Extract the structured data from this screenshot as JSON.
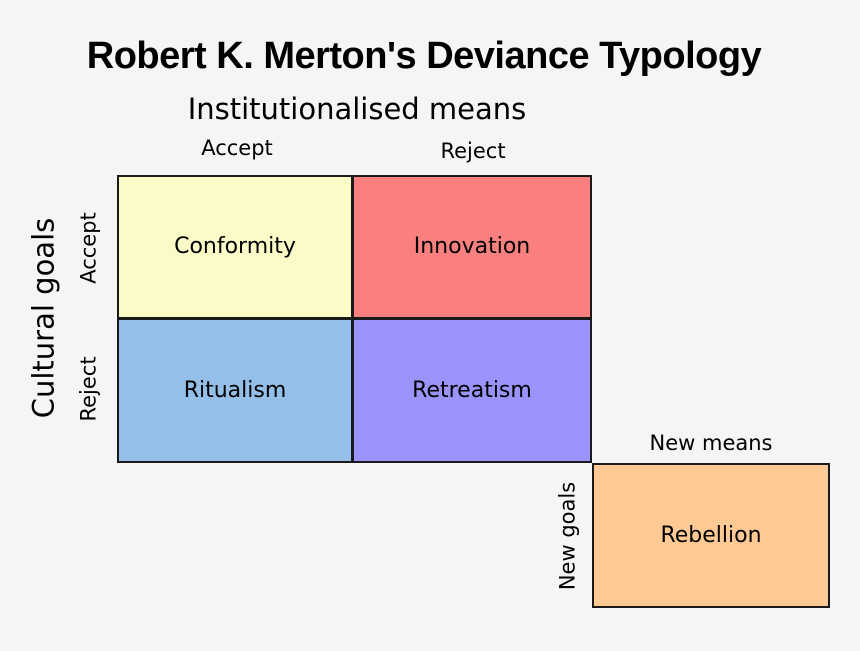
{
  "page": {
    "background": "#f5f5f5",
    "border_color": "#1a1a1a",
    "text_color": "#000000"
  },
  "title": "Robert K. Merton's Deviance Typology",
  "x_axis": {
    "title": "Institutionalised means",
    "headers": [
      "Accept",
      "Reject"
    ]
  },
  "y_axis": {
    "title": "Cultural goals",
    "headers": [
      "Accept",
      "Reject"
    ]
  },
  "matrix_cells": [
    {
      "label": "Conformity",
      "color": "#fbfbc8"
    },
    {
      "label": "Innovation",
      "color": "#fa8080"
    },
    {
      "label": "Ritualism",
      "color": "#93bfe8"
    },
    {
      "label": "Retreatism",
      "color": "#9a94fa"
    }
  ],
  "extension": {
    "col_header": "New means",
    "row_header": "New goals",
    "cell": {
      "label": "Rebellion",
      "color": "#fec993"
    }
  }
}
